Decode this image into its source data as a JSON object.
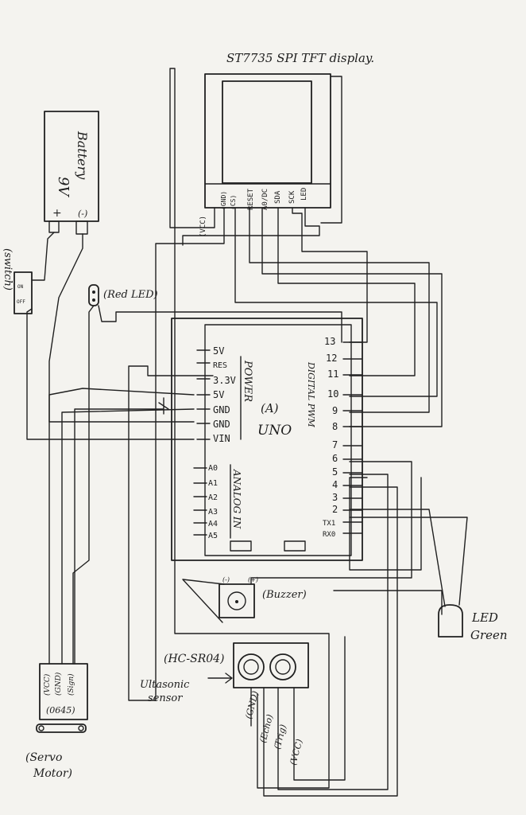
{
  "display": {
    "title": "ST7735 SPI TFT display.",
    "pins": [
      "(GND)",
      "(CS)",
      "RESET",
      "A0/DC",
      "SDA",
      "SCK",
      "LED"
    ],
    "vcc": "(VCC)"
  },
  "battery": {
    "label_9v": "9V",
    "label_battery": "Battery",
    "plus": "+",
    "minus": "(-)"
  },
  "switch": {
    "label": "(switch)",
    "on": "ON",
    "off": "OFF"
  },
  "red_led": {
    "label": "(Red LED)"
  },
  "arduino": {
    "power_pins": [
      "5V",
      "RES",
      "3.3V",
      "5V",
      "GND",
      "GND",
      "VIN"
    ],
    "power_label": "POWER",
    "board_label_a": "(A)",
    "board_label_uno": "UNO",
    "analog_pins": [
      "A0",
      "A1",
      "A2",
      "A3",
      "A4",
      "A5"
    ],
    "analog_label": "ANALOG IN",
    "digital_pins": [
      "13",
      "12",
      "11",
      "10",
      "9",
      "8",
      "7",
      "6",
      "5",
      "4",
      "3",
      "2",
      "TX1",
      "RX0"
    ],
    "digital_label": "DIGITAL PWM"
  },
  "buzzer": {
    "label": "(Buzzer)",
    "minus": "(-)",
    "plus": "(+)"
  },
  "led_green": {
    "label_line1": "LED",
    "label_line2": "Green"
  },
  "ultrasonic": {
    "model": "(HC-SR04)",
    "label_line1": "Ultasonic",
    "label_line2": "sensor",
    "pins": [
      "(GND)",
      "(Echo)",
      "(Trig)",
      "(VCC)"
    ]
  },
  "servo": {
    "pins": [
      "(VCC)",
      "(GND)",
      "(Sign)"
    ],
    "model": "(0645)",
    "label_line1": "(Servo",
    "label_line2": "Motor)"
  }
}
